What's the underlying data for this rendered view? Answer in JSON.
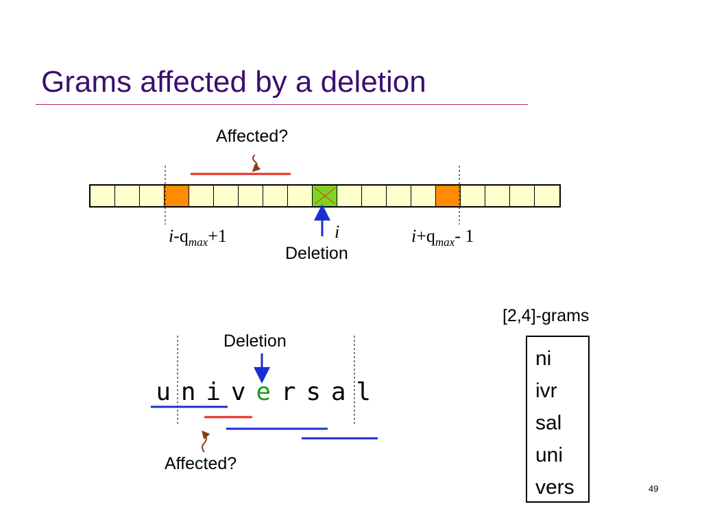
{
  "title": "Grams affected by a deletion",
  "top_diagram": {
    "affected_label": "Affected?",
    "cell_count": 19,
    "boundary_cells": [
      3,
      14
    ],
    "deleted_cell": 9,
    "left_bound_label": {
      "i": "i",
      "minus_q": "-q",
      "sub": "max",
      "suffix": "+1"
    },
    "center_label": "i",
    "right_bound_label": {
      "i": "i",
      "plus_q": "+q",
      "sub": "max",
      "suffix": "- 1"
    },
    "deletion_label": "Deletion"
  },
  "bottom_diagram": {
    "deletion_label": "Deletion",
    "affected_label": "Affected?",
    "letters": [
      "u",
      "n",
      "i",
      "v",
      "e",
      "r",
      "s",
      "a",
      "l"
    ],
    "deleted_letter_index": 4
  },
  "grams": {
    "heading": "[2,4]-grams",
    "items": [
      "ni",
      "ivr",
      "sal",
      "uni",
      "vers"
    ]
  },
  "page_number": "49",
  "colors": {
    "title": "#3b0f6e",
    "cell": "#ffffcc",
    "boundary": "#ff8c00",
    "deleted": "#7ed321",
    "red_line": "#e8291c",
    "blue_line": "#1a2fd1",
    "squiggle": "#8b3a12",
    "deleted_letter": "#1a9e1a"
  }
}
